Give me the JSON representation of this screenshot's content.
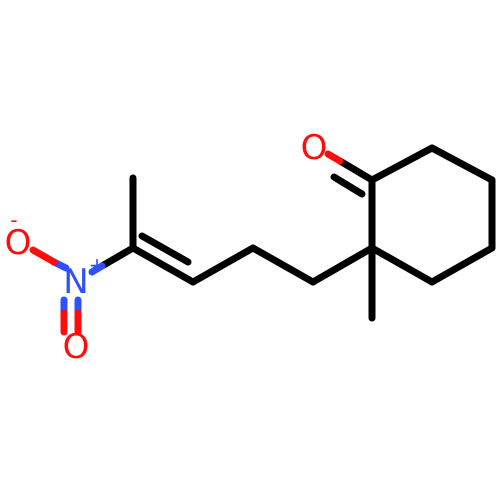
{
  "molecule": {
    "name": "",
    "atoms": {
      "carbonyl_oxygen": {
        "symbol": "O",
        "color": "#ff0d0d"
      },
      "nitro_nitrogen": {
        "symbol": "N",
        "charge": "+",
        "color": "#3050f8"
      },
      "nitro_oxygen_single": {
        "symbol": "O",
        "charge": "-",
        "color": "#ff0d0d"
      },
      "nitro_oxygen_double": {
        "symbol": "O",
        "color": "#ff0d0d"
      }
    },
    "bond_color": "#000000"
  }
}
